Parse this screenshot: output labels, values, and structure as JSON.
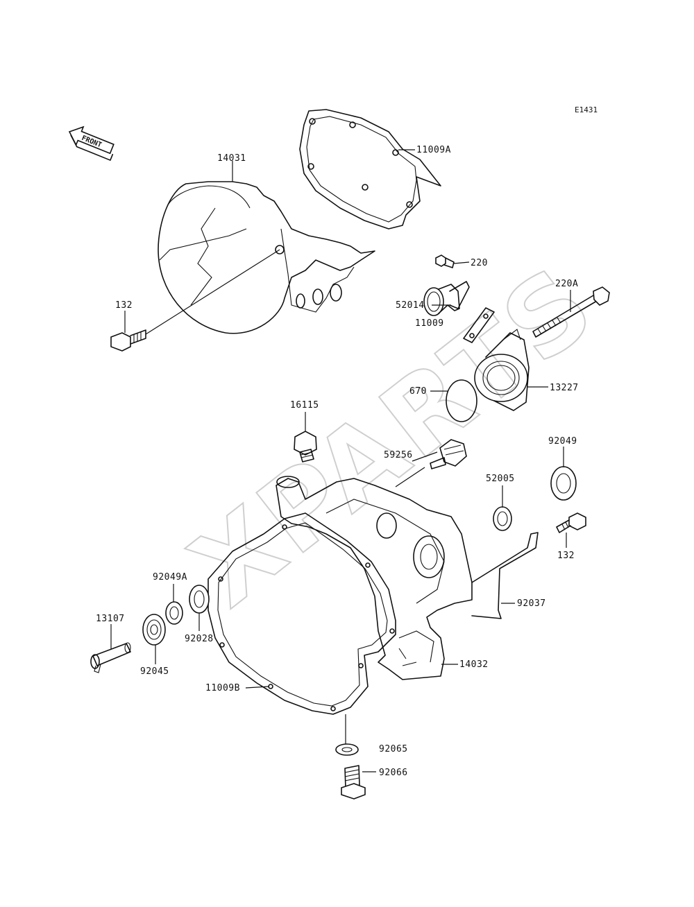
{
  "figure": {
    "ref_code": "E1431",
    "front_label": "FRONT",
    "watermark": "XPARTS"
  },
  "parts": [
    {
      "id": "14031",
      "label": "14031"
    },
    {
      "id": "11009A",
      "label": "11009A"
    },
    {
      "id": "220",
      "label": "220"
    },
    {
      "id": "220A",
      "label": "220A"
    },
    {
      "id": "132-top",
      "label": "132"
    },
    {
      "id": "52014",
      "label": "52014"
    },
    {
      "id": "11009",
      "label": "11009"
    },
    {
      "id": "670",
      "label": "670"
    },
    {
      "id": "13227",
      "label": "13227"
    },
    {
      "id": "16115",
      "label": "16115"
    },
    {
      "id": "59256",
      "label": "59256"
    },
    {
      "id": "92049",
      "label": "92049"
    },
    {
      "id": "52005",
      "label": "52005"
    },
    {
      "id": "132-right",
      "label": "132"
    },
    {
      "id": "92049A",
      "label": "92049A"
    },
    {
      "id": "13107",
      "label": "13107"
    },
    {
      "id": "92028",
      "label": "92028"
    },
    {
      "id": "92037",
      "label": "92037"
    },
    {
      "id": "92045",
      "label": "92045"
    },
    {
      "id": "14032",
      "label": "14032"
    },
    {
      "id": "11009B",
      "label": "11009B"
    },
    {
      "id": "92065",
      "label": "92065"
    },
    {
      "id": "92066",
      "label": "92066"
    }
  ]
}
